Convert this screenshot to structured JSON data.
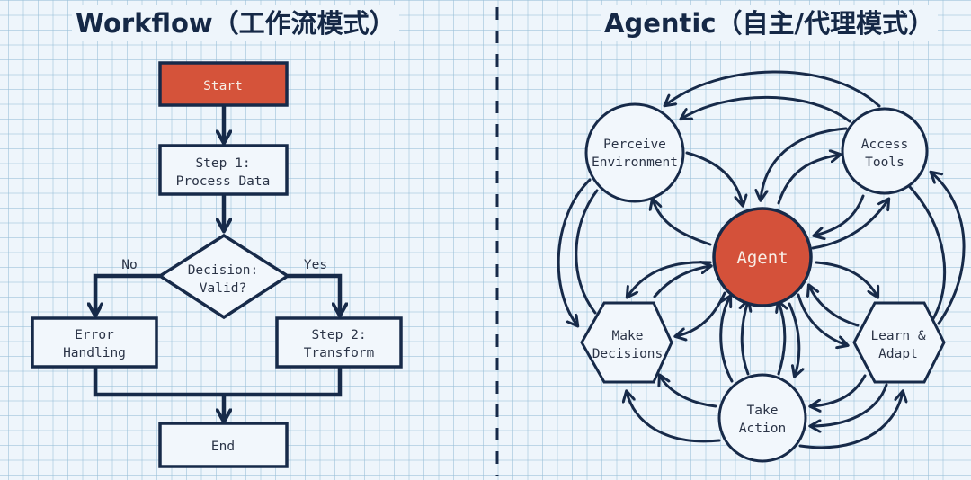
{
  "left_panel": {
    "title": "Workflow（工作流模式）",
    "nodes": {
      "start": "Start",
      "step1_line1": "Step 1:",
      "step1_line2": "Process Data",
      "decision_line1": "Decision:",
      "decision_line2": "Valid?",
      "error_line1": "Error",
      "error_line2": "Handling",
      "step2_line1": "Step 2:",
      "step2_line2": "Transform",
      "end": "End"
    },
    "branch_labels": {
      "no": "No",
      "yes": "Yes"
    }
  },
  "right_panel": {
    "title": "Agentic（自主/代理模式）",
    "center": "Agent",
    "nodes": {
      "perceive_line1": "Perceive",
      "perceive_line2": "Environment",
      "access_line1": "Access",
      "access_line2": "Tools",
      "decide_line1": "Make",
      "decide_line2": "Decisions",
      "learn_line1": "Learn &",
      "learn_line2": "Adapt",
      "action_line1": "Take",
      "action_line2": "Action"
    }
  },
  "colors": {
    "accent": "#d5533a",
    "ink": "#172a49",
    "paper": "#eef5fb",
    "grid": "#a6c8dd"
  }
}
